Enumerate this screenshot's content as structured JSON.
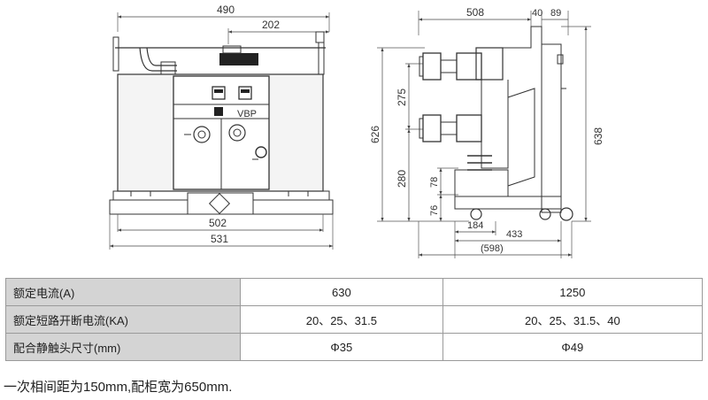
{
  "front_view": {
    "dims": {
      "top_overall": "490",
      "top_partial": "202",
      "bottom_inner": "502",
      "bottom_overall": "531"
    },
    "panel_label": "VBP"
  },
  "side_view": {
    "dims": {
      "top_depth": "508",
      "top_small_1": "40",
      "top_small_2": "89",
      "height_left": "626",
      "height_right": "638",
      "v_upper": "275",
      "v_lower": "280",
      "v_78": "78",
      "v_76": "76",
      "h_184": "184",
      "h_433": "433",
      "h_598": "(598)"
    }
  },
  "table": {
    "rows": [
      {
        "label": "额定电流(A)",
        "col1": "630",
        "col2": "1250"
      },
      {
        "label": "额定短路开断电流(KA)",
        "col1": "20、25、31.5",
        "col2": "20、25、31.5、40"
      },
      {
        "label": "配合静触头尺寸(mm)",
        "col1": "Φ35",
        "col2": "Φ49"
      }
    ]
  },
  "note": "一次相间距为150mm,配柜宽为650mm."
}
